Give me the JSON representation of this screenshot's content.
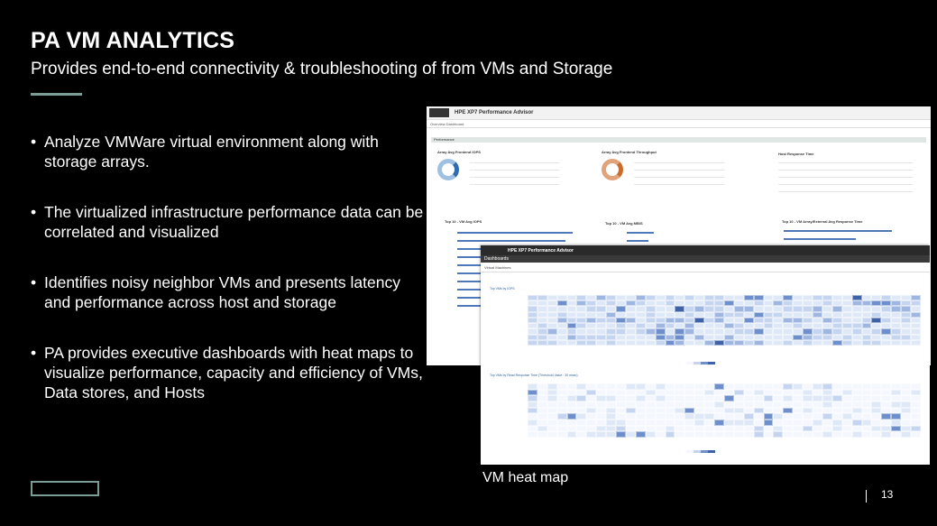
{
  "slide": {
    "title": "PA VM ANALYTICS",
    "subtitle": "Provides end-to-end connectivity & troubleshooting of from VMs and Storage",
    "bullets": [
      "Analyze VMWare virtual environment along with storage arrays.",
      "The virtualized infrastructure performance data can be correlated and visualized",
      "Identifies noisy neighbor VMs and presents latency and performance across host and storage",
      "PA provides executive dashboards with heat maps to visualize performance, capacity and efficiency of VMs, Data stores, and Hosts"
    ],
    "caption": "VM heat map",
    "page_number": "13"
  },
  "screenshot1": {
    "app_title": "HPE XP7 Performance Advisor",
    "dashboard": "Overview Dashboard",
    "section": "Performance",
    "panel1": "Array Avg Frontend IOPS",
    "panel2": "Array Avg Frontend Throughput",
    "panel3": "Host Response Time",
    "bar1": "Top 10 - VM Avg IOPS",
    "bar2": "Top 10 - VM Avg MB/S",
    "bar3": "Top 10 - VM Array/External Avg Response Time"
  },
  "screenshot2": {
    "app_title": "HPE XP7 Performance Advisor",
    "nav": "Dashboards",
    "filter_label": "Virtual Machines",
    "heat1_title": "Top VMs by IOPS",
    "heat2_title": "Top VMs by Read Response Time (Threshold Value : 30 msec)"
  },
  "colors": {
    "accent": "#7a9e95",
    "heat": [
      "#f4f7fd",
      "#dfe8f6",
      "#c6d5ef",
      "#9fb6e0",
      "#6f8fcc",
      "#3d62a8"
    ]
  }
}
